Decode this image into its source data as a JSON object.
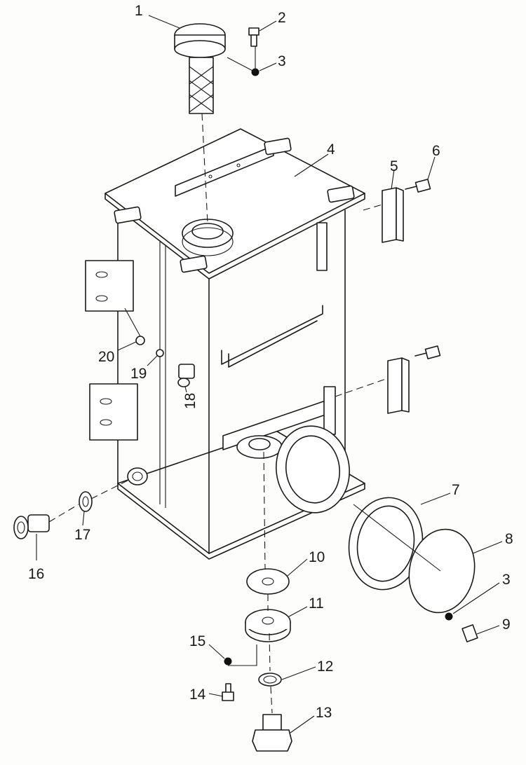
{
  "callouts": [
    {
      "id": "c1",
      "label": "1"
    },
    {
      "id": "c2",
      "label": "2"
    },
    {
      "id": "c3a",
      "label": "3"
    },
    {
      "id": "c4",
      "label": "4"
    },
    {
      "id": "c5",
      "label": "5"
    },
    {
      "id": "c6",
      "label": "6"
    },
    {
      "id": "c7",
      "label": "7"
    },
    {
      "id": "c8",
      "label": "8"
    },
    {
      "id": "c3b",
      "label": "3"
    },
    {
      "id": "c9",
      "label": "9"
    },
    {
      "id": "c10",
      "label": "10"
    },
    {
      "id": "c11",
      "label": "11"
    },
    {
      "id": "c12",
      "label": "12"
    },
    {
      "id": "c13",
      "label": "13"
    },
    {
      "id": "c14",
      "label": "14"
    },
    {
      "id": "c15",
      "label": "15"
    },
    {
      "id": "c16",
      "label": "16"
    },
    {
      "id": "c17",
      "label": "17"
    },
    {
      "id": "c18",
      "label": "18"
    },
    {
      "id": "c19",
      "label": "19"
    },
    {
      "id": "c20",
      "label": "20"
    }
  ]
}
